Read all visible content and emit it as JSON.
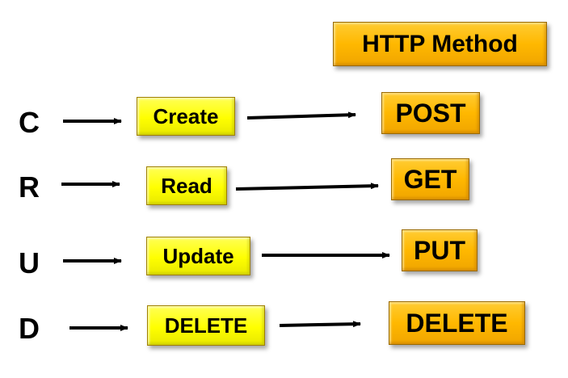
{
  "header": {
    "label": "HTTP Method"
  },
  "rows": [
    {
      "letter": "C",
      "operation": "Create",
      "method": "POST"
    },
    {
      "letter": "R",
      "operation": "Read",
      "method": "GET"
    },
    {
      "letter": "U",
      "operation": "Update",
      "method": "PUT"
    },
    {
      "letter": "D",
      "operation": "DELETE",
      "method": "DELETE"
    }
  ],
  "colors": {
    "operation_box": "#ffff00",
    "method_box": "#ffb800",
    "text": "#000000",
    "arrow": "#000000"
  }
}
